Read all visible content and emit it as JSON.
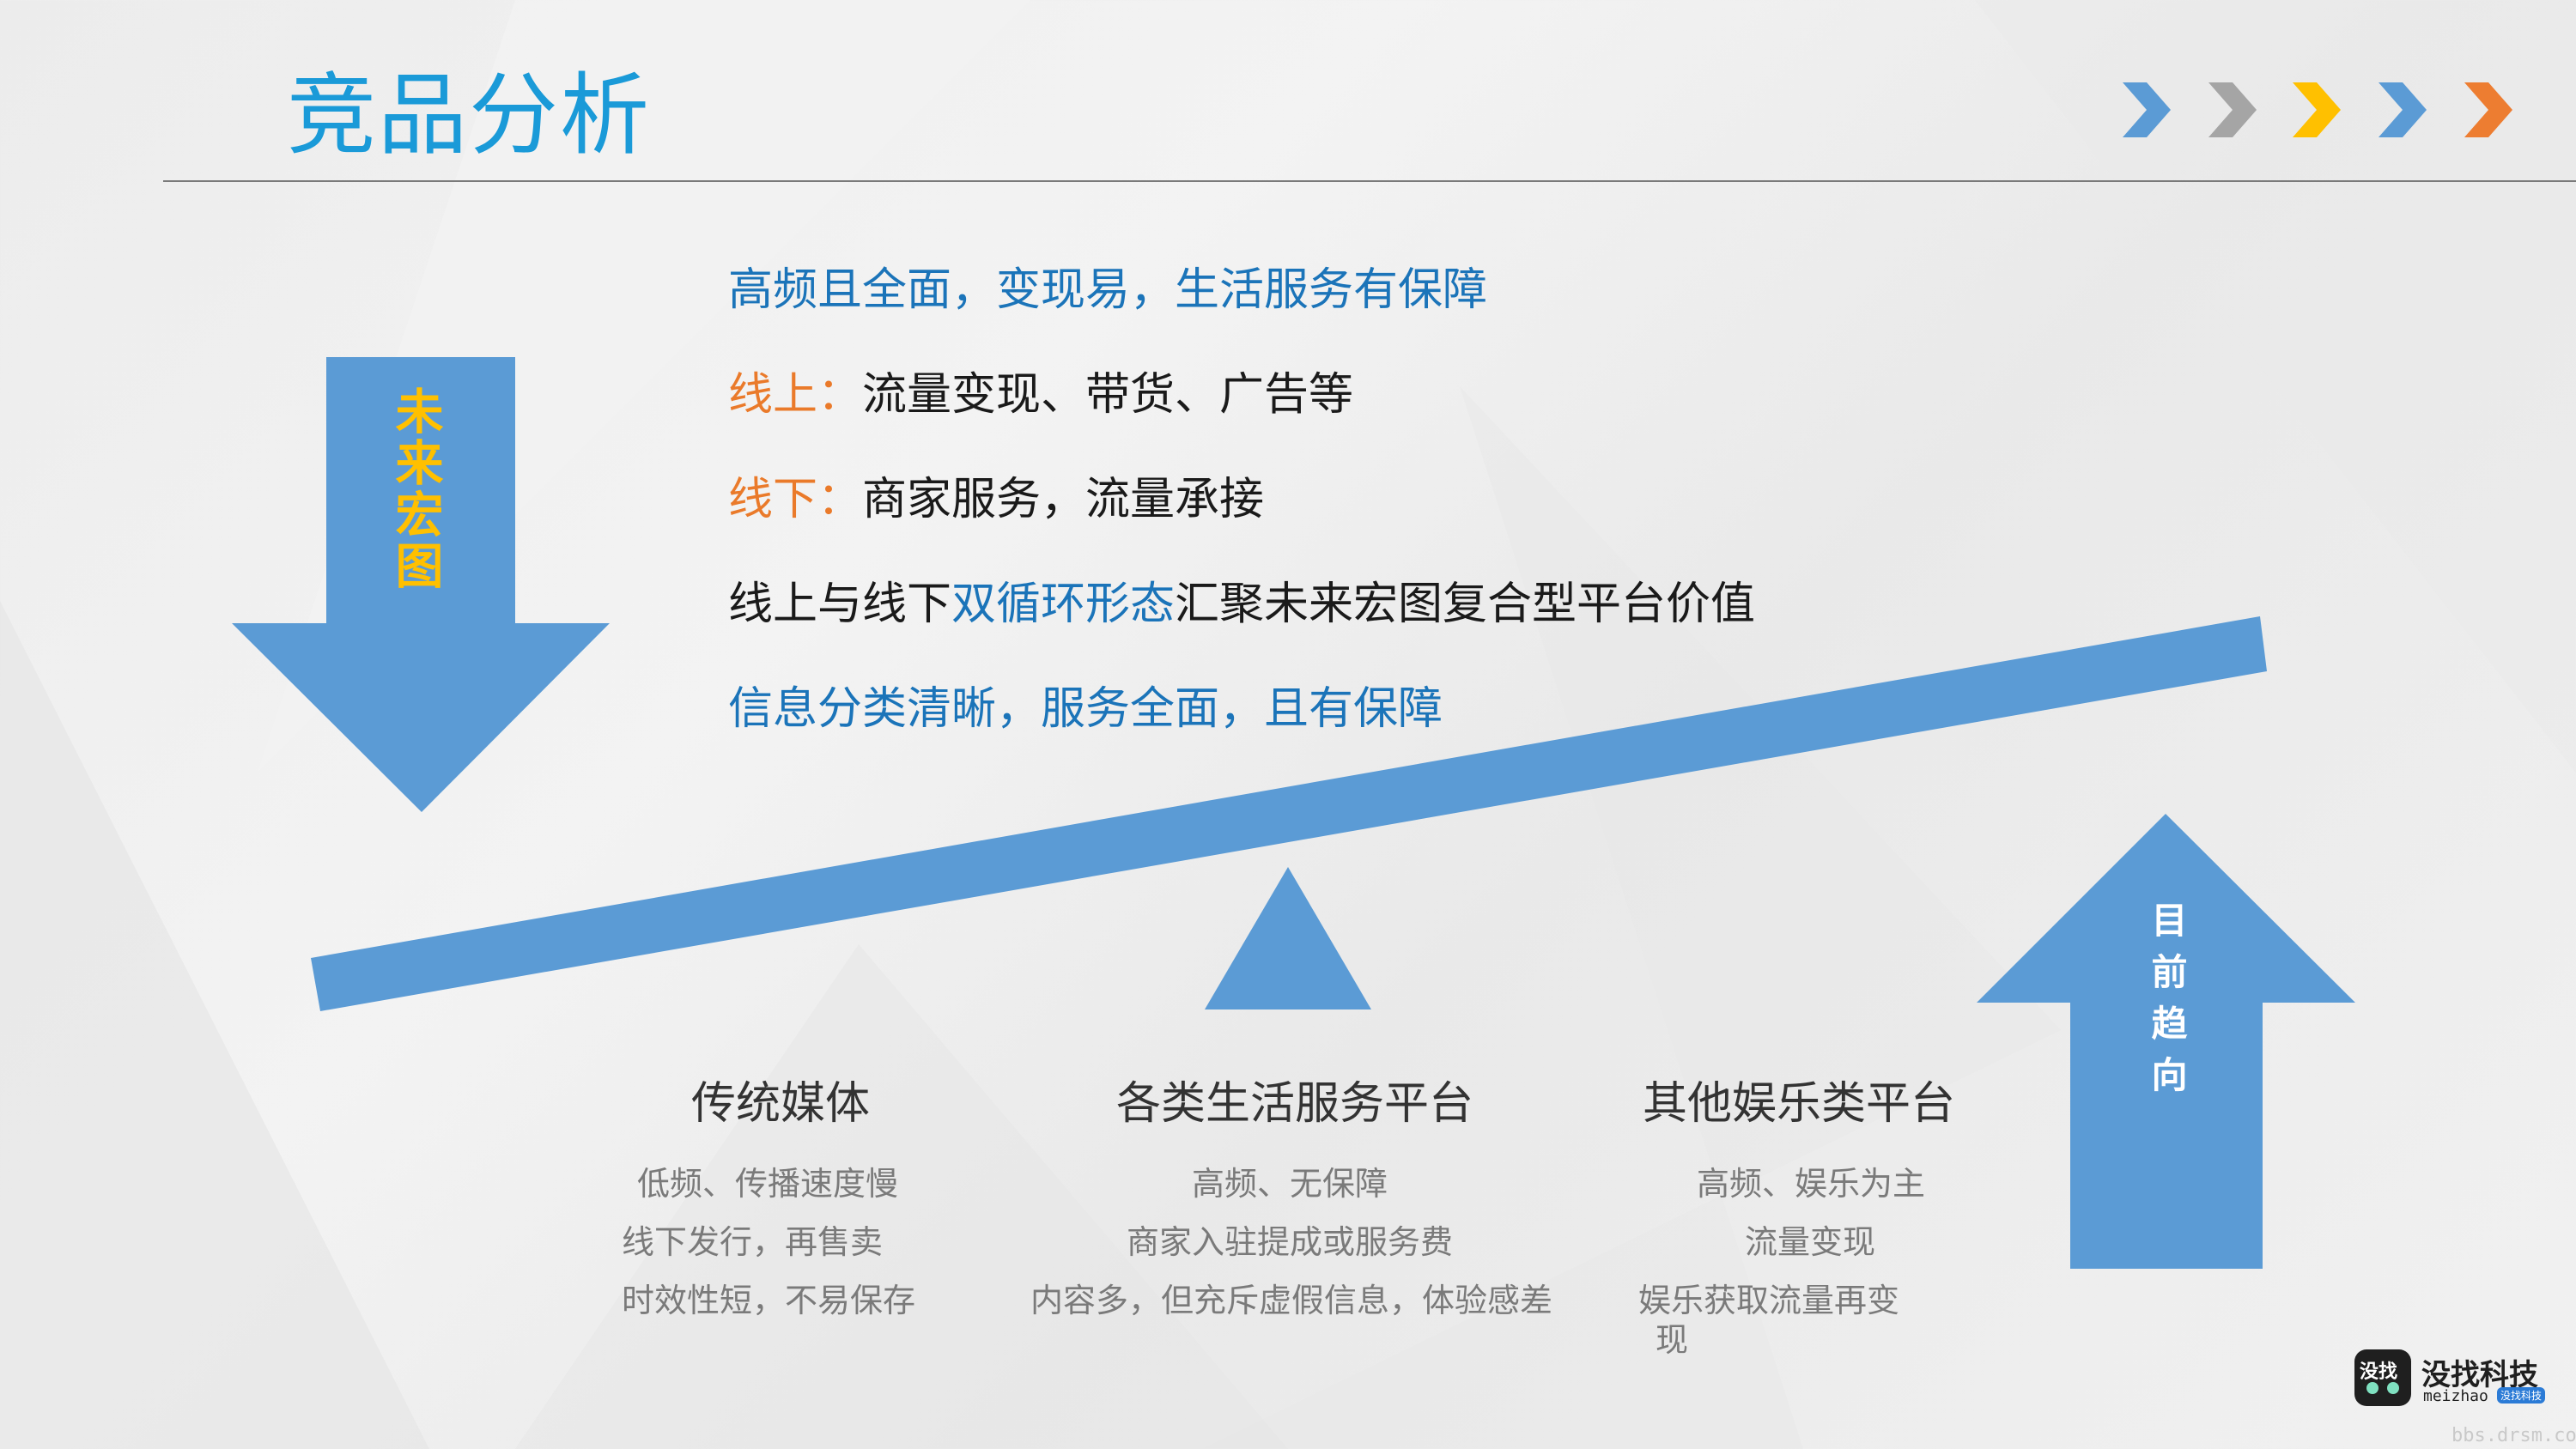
{
  "title": "竞品分析",
  "chevrons": [
    {
      "name": "chevron-1-icon",
      "color": "#5b9bd5"
    },
    {
      "name": "chevron-2-icon",
      "color": "#a5a5a5"
    },
    {
      "name": "chevron-3-icon",
      "color": "#ffc000"
    },
    {
      "name": "chevron-4-icon",
      "color": "#5b9bd5"
    },
    {
      "name": "chevron-5-icon",
      "color": "#ed7d31"
    }
  ],
  "left_arrow": {
    "label": "未来宏图",
    "direction": "down"
  },
  "right_arrow": {
    "label": "目前趋向",
    "direction": "up"
  },
  "lines": {
    "l1": "高频且全面，变现易，生活服务有保障",
    "l2_label": "线上：",
    "l2_text": "流量变现、带货、广告等",
    "l3_label": "线下：",
    "l3_text": "商家服务，流量承接",
    "l4_pre": "线上与线下",
    "l4_highlight": "双循环形态",
    "l4_post": "汇聚未来宏图复合型平台价值",
    "l5": "信息分类清晰，服务全面，且有保障"
  },
  "columns": [
    {
      "title": "传统媒体",
      "items": [
        "低频、传播速度慢",
        "线下发行，再售卖",
        "时效性短，不易保存"
      ]
    },
    {
      "title": "各类生活服务平台",
      "items": [
        "高频、无保障",
        "商家入驻提成或服务费",
        "内容多，但充斥虚假信息，体验感差"
      ]
    },
    {
      "title": "其他娱乐类平台",
      "items": [
        "高频、娱乐为主",
        "流量变现",
        "娱乐获取流量再变",
        "现"
      ]
    }
  ],
  "logo": {
    "badge": "没找",
    "name": "没找科技",
    "sub": "meizhao",
    "tag": "没找科技"
  },
  "watermark": "bbs.drsm.com",
  "colors": {
    "title": "#1a9ad8",
    "arrow": "#5b9bd5",
    "left_label": "#ffc000",
    "highlight_blue": "#1b74b9",
    "highlight_orange": "#ea7a2a"
  }
}
